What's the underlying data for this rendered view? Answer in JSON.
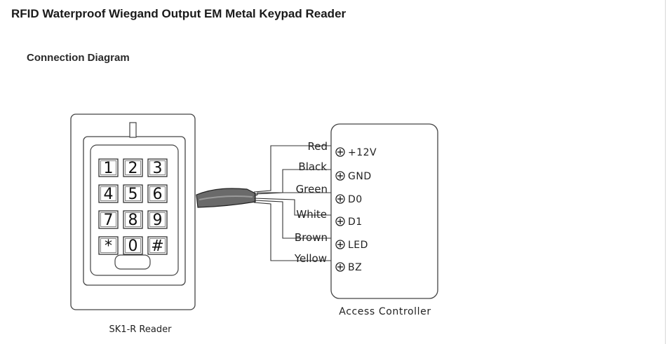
{
  "page_title": "RFID Waterproof Wiegand Output EM Metal Keypad Reader",
  "section_title": "Connection Diagram",
  "reader_caption": "SK1-R Reader",
  "controller_caption": "Access Controller",
  "keys": [
    "1",
    "2",
    "3",
    "4",
    "5",
    "6",
    "7",
    "8",
    "9",
    "*",
    "0",
    "#"
  ],
  "wires": [
    {
      "color_name": "Red",
      "terminal": "+12V"
    },
    {
      "color_name": "Black",
      "terminal": "GND"
    },
    {
      "color_name": "Green",
      "terminal": "D0"
    },
    {
      "color_name": "White",
      "terminal": "D1"
    },
    {
      "color_name": "Brown",
      "terminal": "LED"
    },
    {
      "color_name": "Yellow",
      "terminal": "BZ"
    }
  ]
}
